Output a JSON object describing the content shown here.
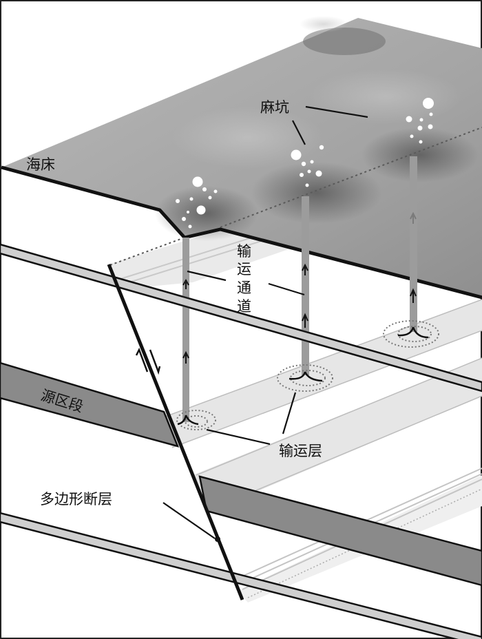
{
  "diagram": {
    "labels": {
      "seabed": "海床",
      "pockmarks": "麻坑",
      "transport_channel": [
        "输",
        "运",
        "通",
        "道"
      ],
      "source_section": "源区段",
      "transport_layer": "输运层",
      "polygonal_fault": "多边形断层"
    },
    "colors": {
      "seabed_surface": "#a6a6a6",
      "seabed_shadow": "#5e5e5e",
      "source_layer": "#8c8c8c",
      "transport_layer": "#e6e6e6",
      "channel": "#9a9a9a",
      "outline": "#111111",
      "bubble": "#ffffff"
    },
    "icons": {
      "fault_motion": "double-half-arrow-icon",
      "flow": "up-arrow-icon"
    }
  }
}
